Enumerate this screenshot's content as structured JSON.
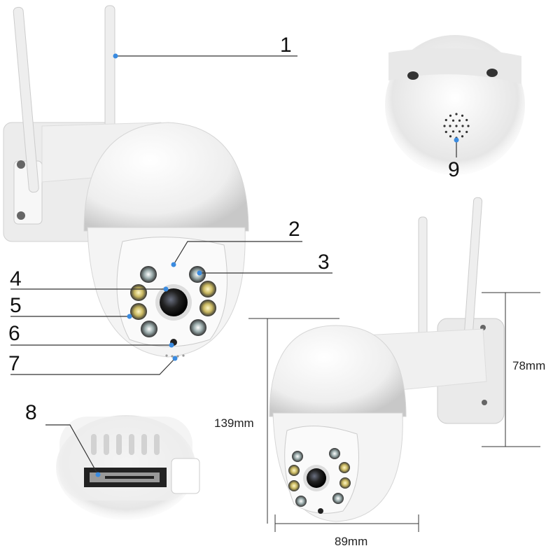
{
  "callouts": [
    {
      "number": "1",
      "target": "antenna"
    },
    {
      "number": "2",
      "target": "microphone"
    },
    {
      "number": "3",
      "target": "infrared-led"
    },
    {
      "number": "4",
      "target": "lens"
    },
    {
      "number": "5",
      "target": "white-light-led"
    },
    {
      "number": "6",
      "target": "light-sensor"
    },
    {
      "number": "7",
      "target": "speaker-holes"
    },
    {
      "number": "8",
      "target": "sd-card-slot"
    },
    {
      "number": "9",
      "target": "speaker"
    }
  ],
  "dimensions": {
    "height": "139mm",
    "mount_height": "78mm",
    "width": "89mm"
  },
  "colors": {
    "callout_dot": "#3a8be0",
    "line": "#333333",
    "body": "#f2f2f2"
  }
}
